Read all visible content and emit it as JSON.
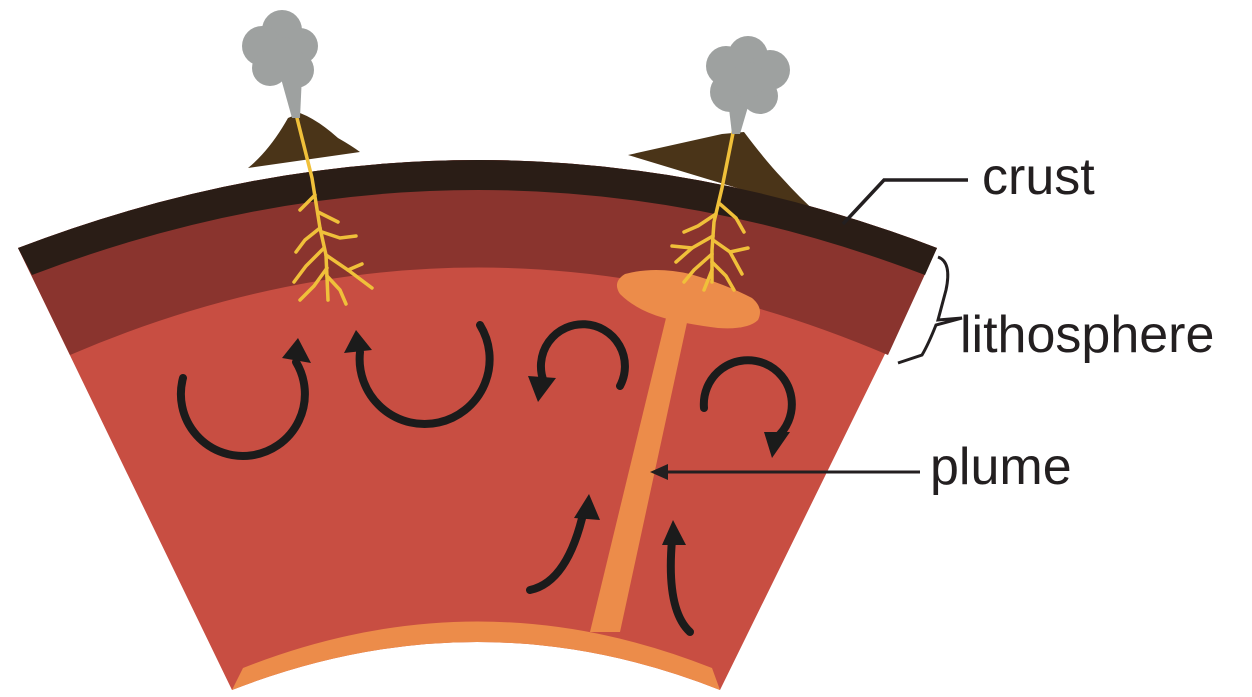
{
  "labels": {
    "crust": "crust",
    "lithosphere": "lithosphere",
    "plume": "plume"
  },
  "colors": {
    "crust": "#2a1d16",
    "volcano": "#4a3418",
    "lithosphere": "#8a342e",
    "mantle": "#c84e42",
    "plume": "#ec8c4a",
    "smoke": "#9ea1a0",
    "magma_veins": "#f0c03a",
    "arrows": "#1b1b1b"
  }
}
